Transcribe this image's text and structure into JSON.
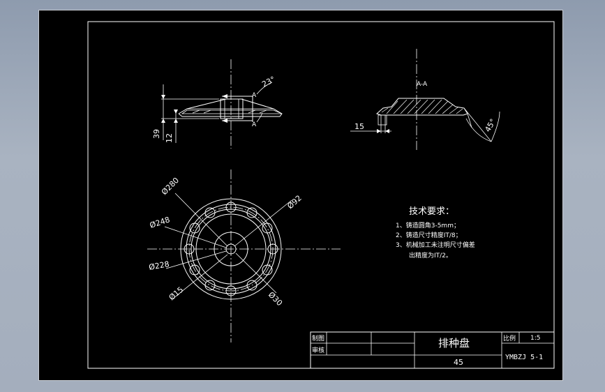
{
  "drawing": {
    "part_name": "排种盘",
    "material": "45",
    "drawing_number": "YMBZJ 5-1"
  },
  "title_block": {
    "drawn_label": "制图",
    "checked_label": "审核",
    "scale_label": "比例",
    "scale_value": "1:5"
  },
  "technical_requirements": {
    "heading": "技术要求：",
    "items": [
      "1、铸造圆角3-5mm；",
      "2、铸造尺寸精度IT/8；",
      "3、机械加工未注明尺寸偏差",
      "出精度为IT/2。"
    ]
  },
  "side_view": {
    "section_marker": "A",
    "dimensions": {
      "height_total": "39",
      "height_hub": "12",
      "angle": "23°"
    }
  },
  "section_view": {
    "label": "A-A",
    "dimensions": {
      "width": "15",
      "angle": "45°"
    }
  },
  "plan_view": {
    "dimensions": {
      "d280": "Ø280",
      "d248": "Ø248",
      "d228": "Ø228",
      "d15": "Ø15",
      "d92": "Ø92",
      "d30": "Ø30"
    }
  }
}
